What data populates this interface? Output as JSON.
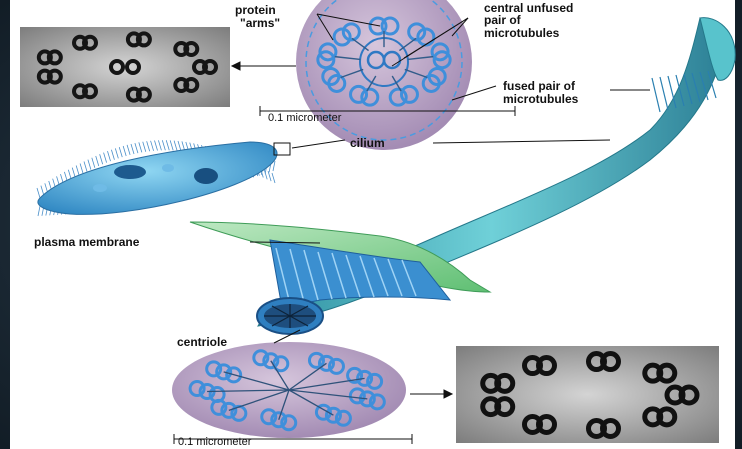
{
  "labels": {
    "protein_arms_1": "protein",
    "protein_arms_2": "\"arms\"",
    "central_1": "central unfused",
    "central_2": "pair of",
    "central_3": "microtubules",
    "fused_1": "fused pair of",
    "fused_2": "microtubules",
    "scale_top": "0.1 micrometer",
    "cilium": "cilium",
    "plasma_membrane": "plasma membrane",
    "centriole": "centriole",
    "scale_bottom": "0.1 micrometer"
  },
  "colors": {
    "background_dark": "#1b2a36",
    "cilium_teal": "#4fb3bd",
    "membrane_green": "#7fd28b",
    "section_disk": "#b9a3c4",
    "doublet_blue": "#4a9be0"
  }
}
